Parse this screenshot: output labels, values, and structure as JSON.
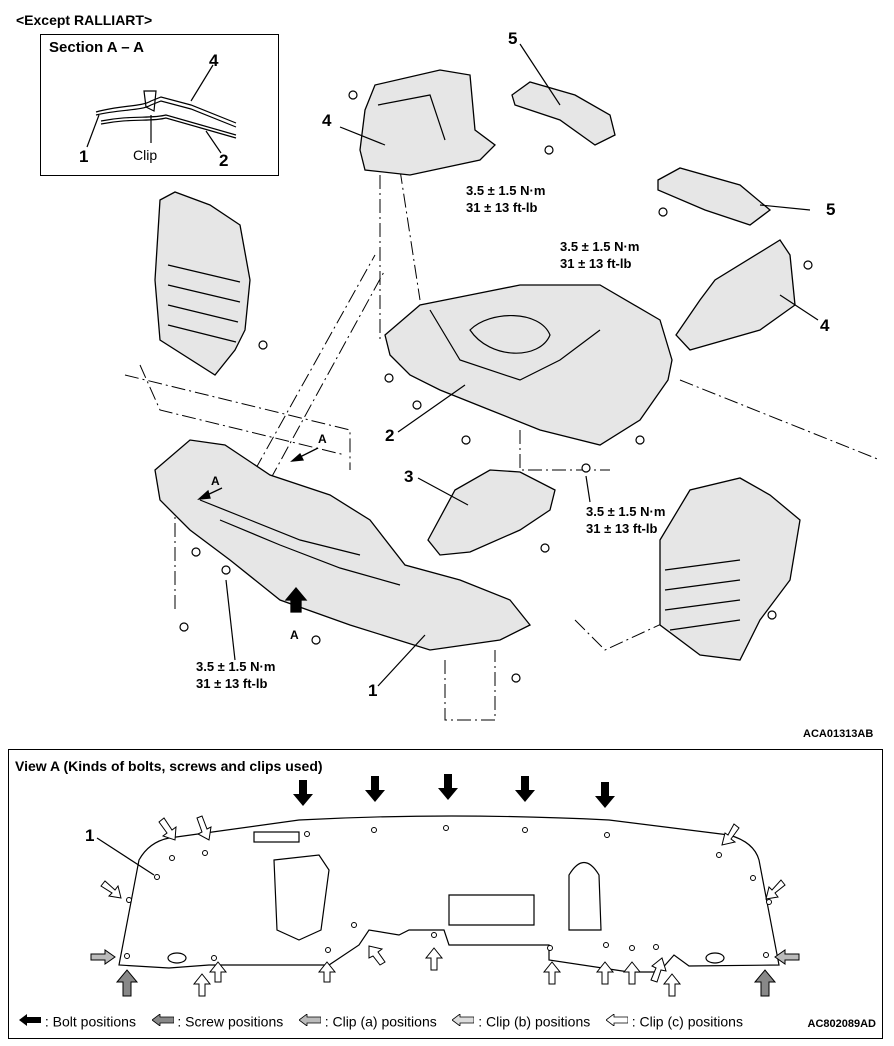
{
  "header": {
    "variant": "<Except RALLIART>"
  },
  "section": {
    "title": "Section A – A",
    "labels": {
      "n1": "1",
      "n2": "2",
      "n4": "4",
      "clip": "Clip"
    }
  },
  "exploded": {
    "callouts": {
      "p1": "1",
      "p2": "2",
      "p3": "3",
      "p4a": "4",
      "p4b": "4",
      "p5a": "5",
      "p5b": "5"
    },
    "view_arrows": {
      "a1": "A",
      "a2": "A",
      "a3": "A"
    },
    "torque": {
      "t1_nm": "3.5 ± 1.5 N·m",
      "t1_ftlb": "31 ± 13 ft-lb",
      "t2_nm": "3.5 ± 1.5 N·m",
      "t2_ftlb": "31 ± 13 ft-lb",
      "t3_nm": "3.5 ± 1.5 N·m",
      "t3_ftlb": "31 ± 13 ft-lb",
      "t4_nm": "3.5 ± 1.5 N·m",
      "t4_ftlb": "31 ± 13 ft-lb"
    },
    "figure_code": "ACA01313AB"
  },
  "view_a": {
    "title": "View A (Kinds of bolts, screws and clips used)",
    "part_label": "1",
    "legend": {
      "bolt": ": Bolt positions",
      "screw": ": Screw positions",
      "clip_a": ": Clip (a) positions",
      "clip_b": ": Clip (b) positions",
      "clip_c": ": Clip (c) positions"
    },
    "figure_code": "AC802089AD"
  },
  "colors": {
    "line": "#000000",
    "screw_gray": "#888888",
    "part_fill": "#e6e6e6"
  }
}
